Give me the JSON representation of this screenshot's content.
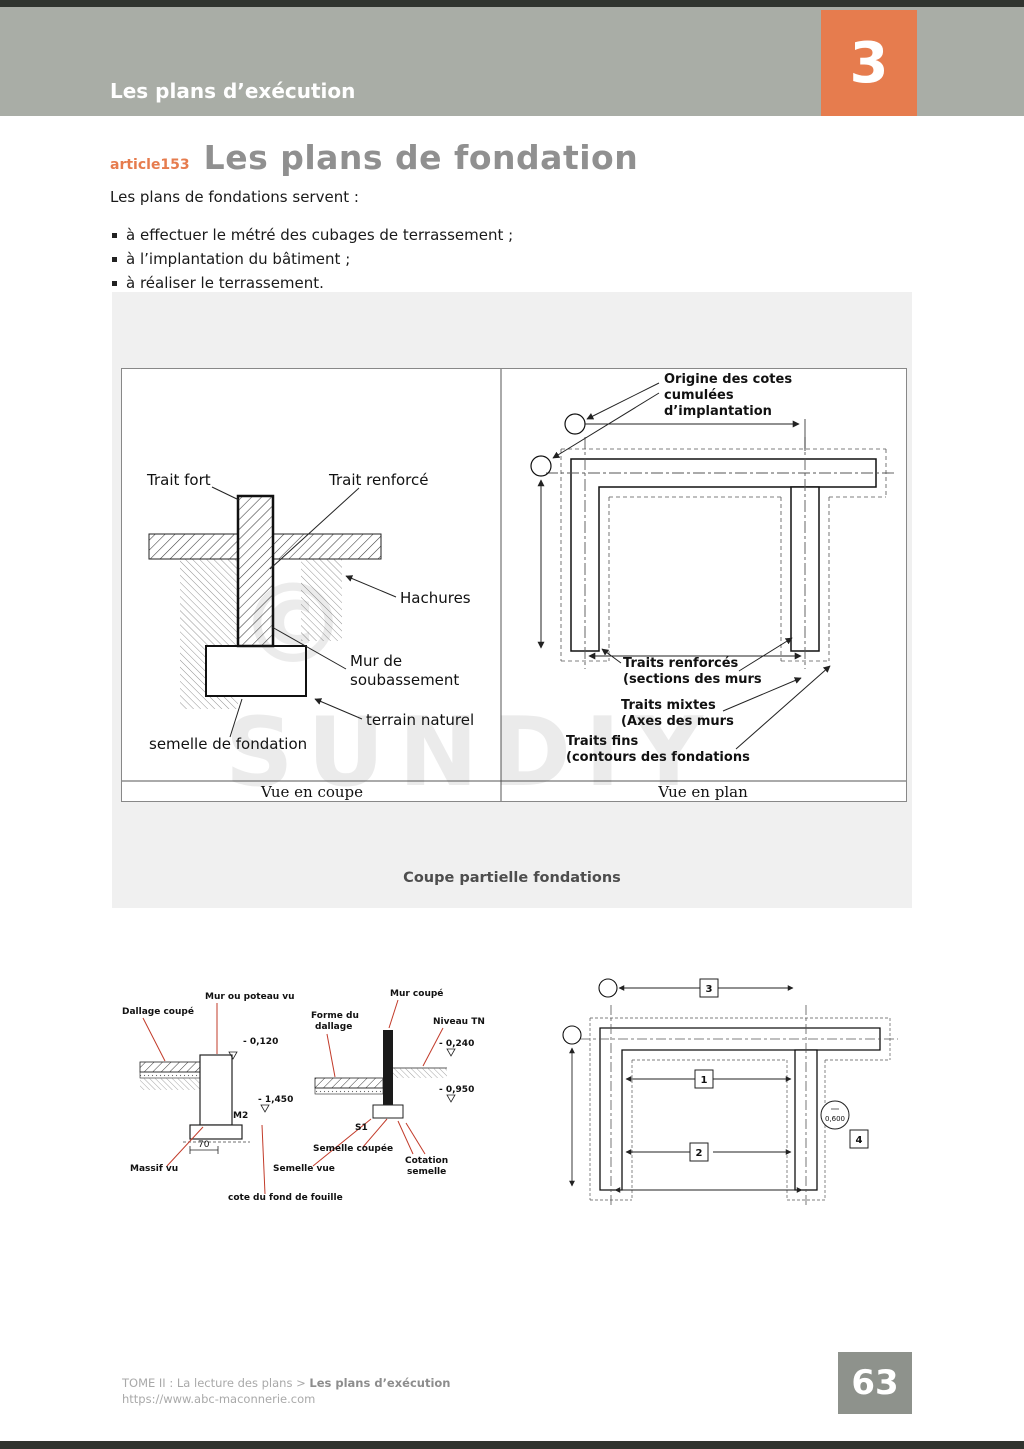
{
  "header": {
    "title": "Les plans d’exécution",
    "chapter": "3"
  },
  "article": {
    "tag": "article153",
    "title": "Les plans de fondation"
  },
  "intro": {
    "lead": "Les plans de fondations servent :",
    "bullets": [
      "à effectuer le métré des cubages de terrassement ;",
      "à l’implantation du bâtiment ;",
      "à réaliser le terrassement."
    ]
  },
  "figure1": {
    "caption": "Coupe partielle fondations",
    "watermark_symbol": "©",
    "watermark_text": "SUNDIY",
    "coupe": {
      "footer": "Vue en coupe",
      "trait_fort": "Trait fort",
      "trait_renforce": "Trait renforcé",
      "hachures": "Hachures",
      "mur_1": "Mur de",
      "mur_2": "soubassement",
      "terrain": "terrain naturel",
      "semelle": "semelle de fondation"
    },
    "plan": {
      "footer": "Vue en plan",
      "origine_1": "Origine des cotes",
      "origine_2": "cumulées",
      "origine_3": "d’implantation",
      "renforces_1": "Traits renforcés",
      "renforces_2": "(sections des murs",
      "mixtes_1": "Traits mixtes",
      "mixtes_2": "(Axes des murs",
      "fins_1": "Traits fins",
      "fins_2": "(contours des fondations"
    }
  },
  "figure2": {
    "coupe": {
      "dallage_coupe": "Dallage coupé",
      "mur_poteau": "Mur ou poteau vu",
      "forme_1": "Forme du",
      "forme_2": "dallage",
      "mur_coupe": "Mur coupé",
      "niveau_tn": "Niveau TN",
      "niv_0120": "- 0,120",
      "niv_0240": "- 0,240",
      "niv_1450": "- 1,450",
      "niv_0950": "- 0,950",
      "m2": "M2",
      "dim70": "70",
      "s1": "S1",
      "massif": "Massif vu",
      "semelle_vue": "Semelle vue",
      "semelle_coupee": "Semelle coupée",
      "fond_fouille": "cote du fond de fouille",
      "cotation_1": "Cotation",
      "cotation_2": "semelle"
    },
    "plan": {
      "n1": "1",
      "n2": "2",
      "n3": "3",
      "n4": "4",
      "val": "0,600"
    }
  },
  "footer": {
    "breadcrumb": "TOME II : La lecture des plans > ",
    "breadcrumb_bold": "Les plans d’exécution",
    "url": "https://www.abc-maconnerie.com",
    "page": "63"
  }
}
